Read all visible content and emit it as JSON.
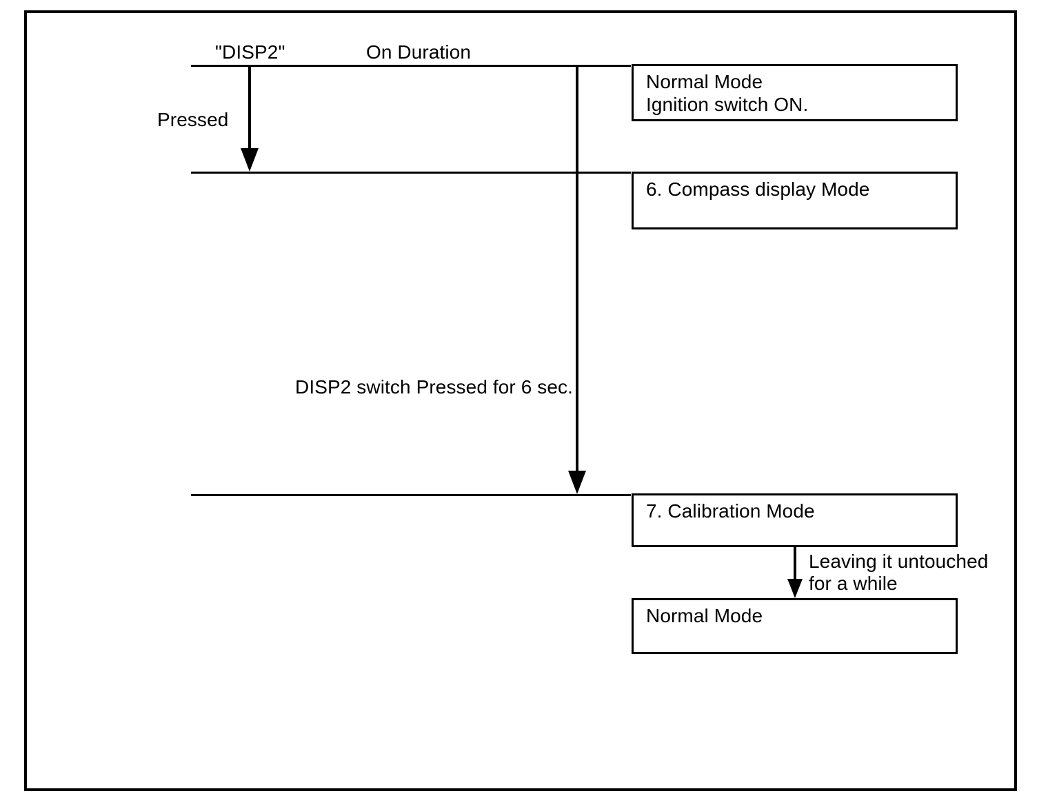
{
  "diagram": {
    "title": "Compass display / Calibration mode transition timing chart",
    "stroke_color": "#000000",
    "background_color": "#ffffff",
    "labels": {
      "switch_name": "\"DISP2\"",
      "on_duration": "On Duration",
      "pressed": "Pressed",
      "long_press": "DISP2 switch Pressed for 6 sec.",
      "untouched_line1": "Leaving it untouched",
      "untouched_line2": "for a while"
    },
    "boxes": [
      {
        "id": "normal-mode-top",
        "lines": [
          "Normal Mode",
          "Ignition switch ON."
        ]
      },
      {
        "id": "compass-display-mode",
        "lines": [
          "6. Compass display Mode"
        ]
      },
      {
        "id": "calibration-mode",
        "lines": [
          "7. Calibration Mode"
        ]
      },
      {
        "id": "normal-mode-bottom",
        "lines": [
          "Normal Mode"
        ]
      }
    ]
  }
}
